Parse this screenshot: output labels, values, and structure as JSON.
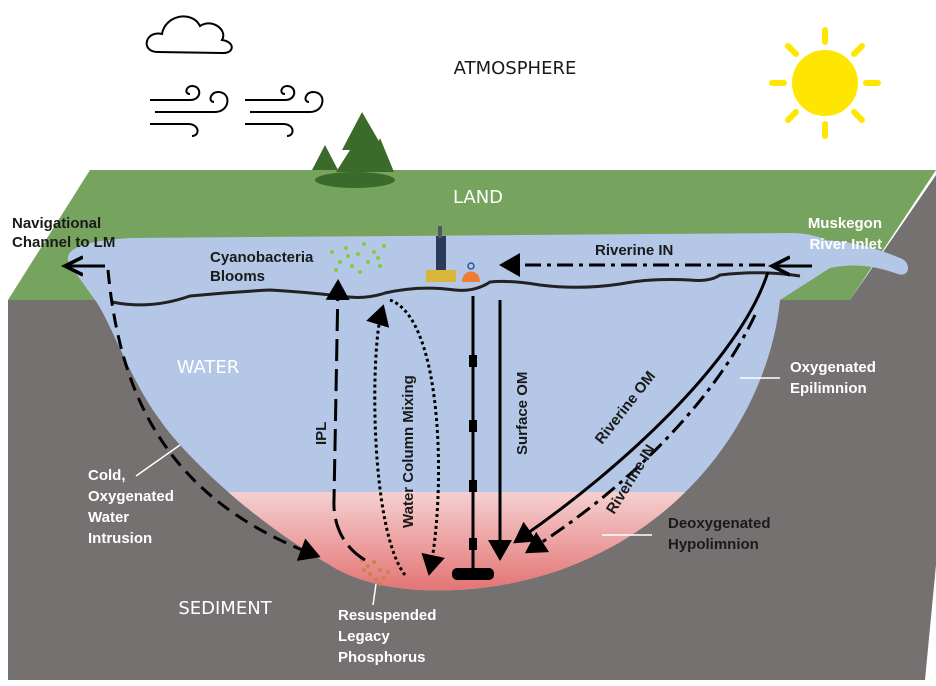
{
  "title": "Muskegon Lake nutrient processes diagram",
  "colors": {
    "land": "#76a35e",
    "sediment": "#767171",
    "water": "#b4c7e7",
    "hypolimnion": "#e06666",
    "sun": "#ffe600",
    "trees": "#3a6b2a"
  },
  "zones": {
    "atmosphere": "ATMOSPHERE",
    "land": "LAND",
    "water": "WATER",
    "sediment": "SEDIMENT"
  },
  "labels": {
    "nav_channel": [
      "Navigational",
      "Channel to LM"
    ],
    "river_inlet": [
      "Muskegon",
      "River Inlet"
    ],
    "cyano": [
      "Cyanobacteria",
      "Blooms"
    ],
    "riverine_in_top": "Riverine IN",
    "epilimnion": [
      "Oxygenated",
      "Epilimnion"
    ],
    "intrusion": [
      "Cold,",
      "Oxygenated",
      "Water",
      "Intrusion"
    ],
    "hypolimnion": [
      "Deoxygenated",
      "Hypolimnion"
    ],
    "phosphorus": [
      "Resuspended",
      "Legacy",
      "Phosphorus"
    ],
    "ipl": "IPL",
    "mixing": "Water Column Mixing",
    "surface_om": "Surface OM",
    "riverine_om": "Riverine OM",
    "riverine_in_diag": "Riverine IN"
  }
}
